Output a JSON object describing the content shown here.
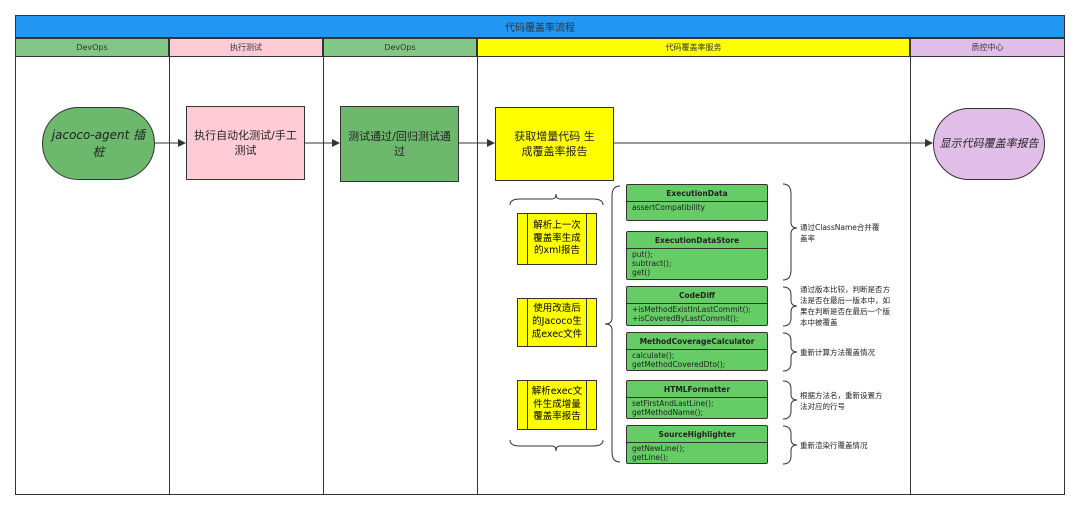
{
  "title": "代码覆盖率流程",
  "lanes": [
    "DevOps",
    "执行测试",
    "DevOps",
    "代码覆盖率服务",
    "质控中心"
  ],
  "colors": {
    "title": "#2196f3",
    "devops": "#82c785",
    "test": "#ffccd5",
    "service": "#ffff00",
    "qc": "#e1bee7",
    "class": "#66cc66"
  },
  "nodes": {
    "agent": "jacoco-agent 插桩",
    "autotest": "执行自动化测试/手工测试",
    "pass": "测试通过/回归测试通过",
    "coverage": "获取增量代码 生成覆盖率报告",
    "report": "显示代码覆盖率报告"
  },
  "steps": [
    "解析上一次覆盖率生成的xml报告",
    "使用改造后的Jacoco生成exec文件",
    "解析exec文件生成增量覆盖率报告"
  ],
  "classes": [
    {
      "name": "ExecutionData",
      "methods": [
        "assertCompatibility"
      ]
    },
    {
      "name": "ExecutionDataStore",
      "methods": [
        "put();",
        "subtract();",
        "get()"
      ]
    },
    {
      "name": "CodeDiff",
      "methods": [
        "+isMethodExistInLastCommit();",
        "+isCoveredByLastCommit();"
      ]
    },
    {
      "name": "MethodCoverageCalculator",
      "methods": [
        "calculate();",
        "getMethodCoveredDto();"
      ]
    },
    {
      "name": "HTMLFormatter",
      "methods": [
        "setFirstAndLastLine();",
        "getMethodName();"
      ]
    },
    {
      "name": "SourceHighlighter",
      "methods": [
        "getNewLine();",
        "getLine();"
      ]
    }
  ],
  "notes": [
    "通过ClassName合并覆盖率",
    "通过版本比较，判断是否方法是否在最后一版本中，如果在判断是否在最后一个版本中被覆盖",
    "重新计算方法覆盖情况",
    "根据方法名，重新设置方法对应的行号",
    "重新渲染行覆盖情况"
  ]
}
